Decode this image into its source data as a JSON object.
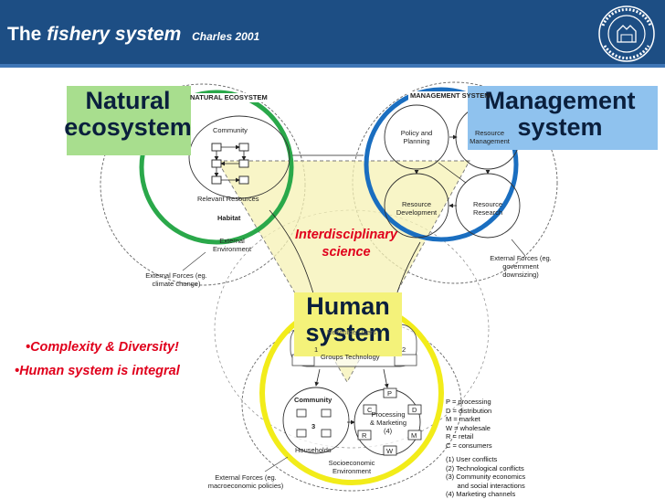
{
  "header": {
    "title_prefix": "The",
    "title_italic": "fishery system",
    "author": "Charles 2001"
  },
  "labels": {
    "natural": "Natural ecosystem",
    "management": "Management system",
    "human": "Human system",
    "interdisciplinary": "Interdisciplinary science"
  },
  "bullets": [
    "•Complexity & Diversity!",
    "•Human system is integral"
  ],
  "colors": {
    "header": "#1d4e84",
    "natural_circle": "#2aa84a",
    "management_circle": "#1a6ec0",
    "human_circle": "#f2ec1a",
    "natural_box": "#a8de8e",
    "management_box": "#8fc2ee",
    "human_box": "#f4f27a",
    "triangle": "#f6f1b4",
    "emphasis_text": "#e0001c"
  },
  "natural_diagram": {
    "heading": "NATURAL ECOSYSTEM",
    "community": "Community",
    "resources": "Relevant Resources",
    "habitat": "Habitat",
    "environment": "External Environment",
    "forces": "External Forces (eg. climate change)"
  },
  "management_diagram": {
    "heading": "MANAGEMENT SYSTEM",
    "policy": "Policy and Planning",
    "resource_mgmt": "Resource Management",
    "resource_dev": "Resource Development",
    "resource_research": "Resource Research",
    "forces": "External Forces (eg. government downsizing)"
  },
  "human_diagram": {
    "users": "Resource Users",
    "row": "Groups  Technology",
    "num1": "1",
    "num2": "2",
    "community": "Community",
    "num3": "3",
    "households": "Households",
    "processing": "Processing & Marketing",
    "num4": "(4)",
    "environment": "Socioeconomic Environment",
    "forces": "External Forces (eg. macroeconomic policies)",
    "node_p": "P",
    "node_d": "D",
    "node_m": "M",
    "node_w": "W",
    "node_r": "R",
    "node_c": "C"
  },
  "legend": [
    "P = processing",
    "D = distribution",
    "M = market",
    "W = wholesale",
    "R =  retail",
    "C = consumers"
  ],
  "legend_notes": [
    "(1) User conflicts",
    "(2) Technological conflicts",
    "(3) Community economics",
    "      and social interactions",
    "(4) Marketing channels"
  ]
}
